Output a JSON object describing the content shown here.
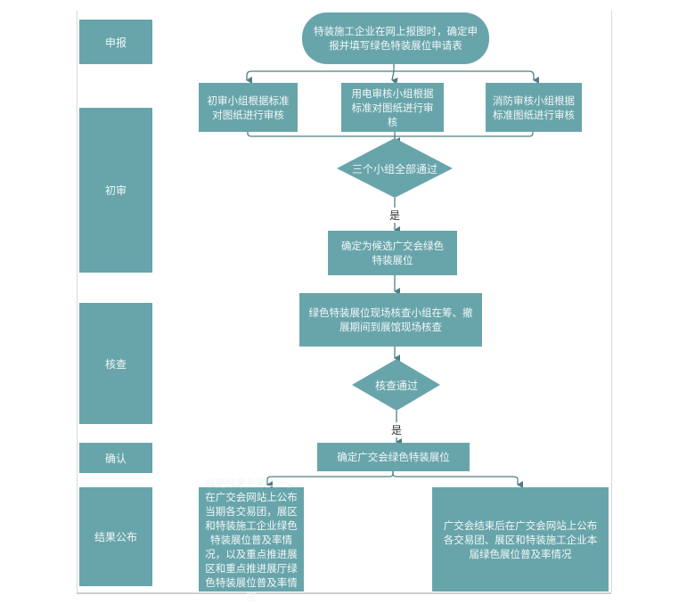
{
  "lanes": [
    {
      "id": "submit",
      "label": "申报"
    },
    {
      "id": "initial-review",
      "label": "初审"
    },
    {
      "id": "inspection",
      "label": "核查"
    },
    {
      "id": "confirm",
      "label": "确认"
    },
    {
      "id": "publish",
      "label": "结果公布"
    }
  ],
  "nodes": {
    "start": "特装施工企业在网上报图时，确定申报并填写绿色特装展位申请表",
    "review_a": "初审小组根据标准对图纸进行审核",
    "review_b": "用电审核小组根据标准对图纸进行审核",
    "review_c": "消防审核小组根据标准图纸进行审核",
    "decision_1": "三个小组全部通过",
    "candidate": "确定为候选广交会绿色特装展位",
    "onsite_check": "绿色特装展位现场核查小组在筹、撤展期间到展馆现场核查",
    "decision_2": "核查通过",
    "confirm_booth": "确定广交会绿色特装展位",
    "publish_per_phase": "每期结束后第二天，在广交会网站上公布当期各交易团，展区和特装施工企业绿色特装展位普及率情况，以及重点推进展区和重点推进展厅绿色特装展位普及率情况",
    "publish_final": "广交会结束后在广交会网站上公布各交易团、展区和特装施工企业本届绿色展位普及率情况"
  },
  "edge_labels": {
    "yes_1": "是",
    "yes_2": "是"
  },
  "colors": {
    "node_fill": "#68a5ab",
    "connector": "#4f7f85",
    "text_on_node": "#f2f7f7"
  }
}
